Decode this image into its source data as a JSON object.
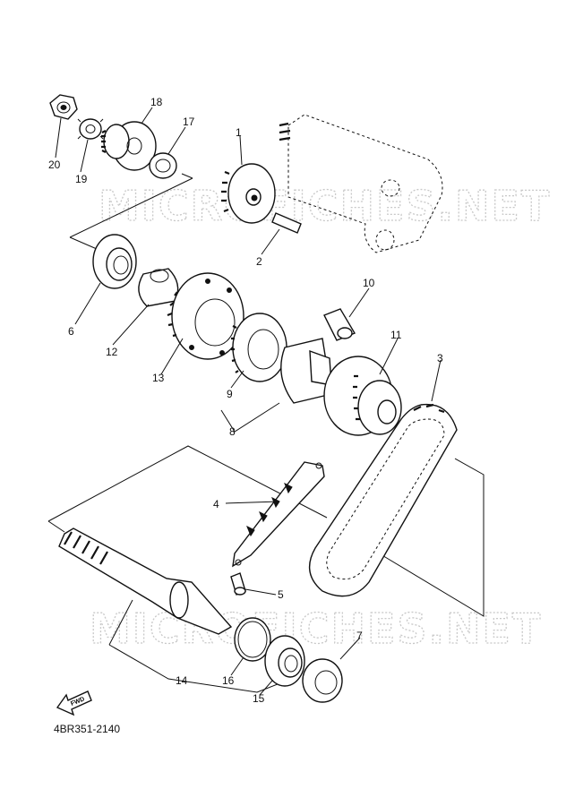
{
  "watermark": "MICROFICHES.NET",
  "fwd_label": "FWD",
  "diagram_code": "4BR351-2140",
  "callouts": {
    "p1": "1",
    "p2": "2",
    "p3": "3",
    "p4": "4",
    "p5": "5",
    "p6": "6",
    "p7": "7",
    "p8": "8",
    "p9": "9",
    "p10": "10",
    "p11": "11",
    "p12": "12",
    "p13": "13",
    "p14": "14",
    "p15": "15",
    "p16": "16",
    "p17": "17",
    "p18": "18",
    "p19": "19",
    "p20": "20"
  }
}
